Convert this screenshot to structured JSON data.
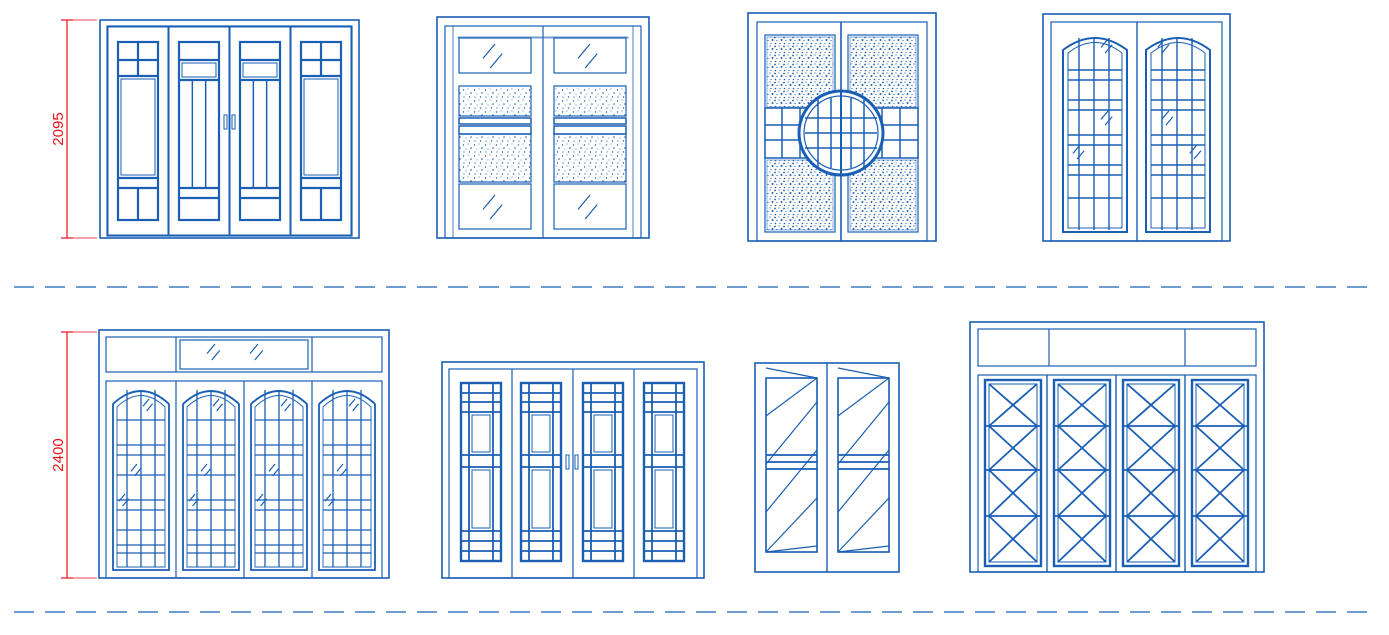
{
  "colors": {
    "line": "#1a5fb4",
    "dimension": "#e8101a",
    "background": "#ffffff"
  },
  "dimensions": {
    "row1_height": "2095",
    "row2_height": "2400"
  },
  "doors": {
    "row1": [
      "four-leaf-panel-door",
      "double-glass-door-speckled-bands",
      "double-door-moon-gate",
      "double-arched-grid-door"
    ],
    "row2": [
      "four-leaf-arched-grid-door-with-transom",
      "four-leaf-grid-door",
      "double-hatched-glass-door",
      "four-leaf-x-brace-door-with-transom"
    ]
  }
}
